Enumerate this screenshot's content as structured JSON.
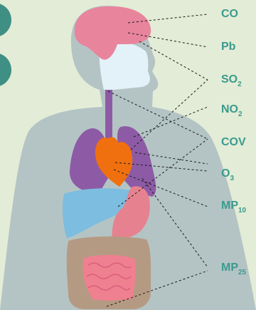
{
  "colors": {
    "background": "#e3ecd6",
    "body": "#b4c4c5",
    "accent_circles": "#3f8f84",
    "brain": "#e8849c",
    "airway": "#e3f1f8",
    "trachea": "#8d5ba5",
    "lungs": "#8d5ba5",
    "heart": "#f07010",
    "liver": "#7cbde0",
    "stomach": "#e6828f",
    "large_intestine": "#b59a83",
    "small_intestine": "#ef8090",
    "label_text": "#3a9a8e"
  },
  "labels": [
    {
      "text": "CO",
      "sub": ""
    },
    {
      "text": "Pb",
      "sub": ""
    },
    {
      "text": "SO",
      "sub": "2"
    },
    {
      "text": "NO",
      "sub": "2"
    },
    {
      "text": "COV",
      "sub": ""
    },
    {
      "text": "O",
      "sub": "3"
    },
    {
      "text": "MP",
      "sub": "10"
    },
    {
      "text": "MP",
      "sub": "25"
    }
  ]
}
